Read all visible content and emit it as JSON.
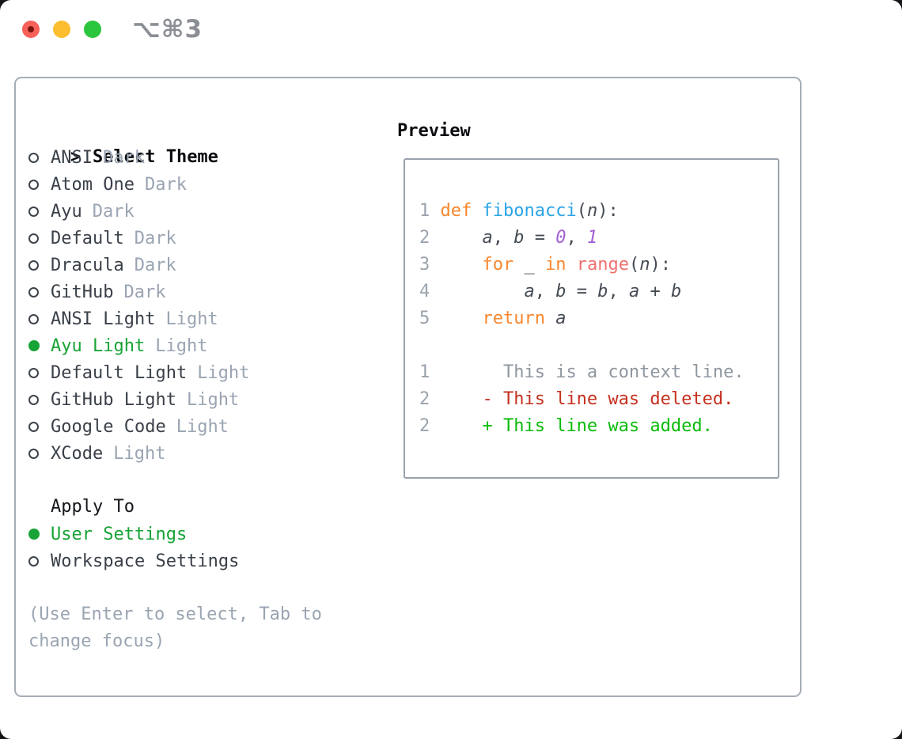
{
  "chrome": {
    "shortcut": "⌥⌘3",
    "traffic_lights": [
      "close",
      "minimize",
      "zoom"
    ]
  },
  "theme_picker": {
    "cursor": ">",
    "title": "Select Theme",
    "themes": [
      {
        "name": "ANSI",
        "variant": "Dark",
        "selected": false
      },
      {
        "name": "Atom One",
        "variant": "Dark",
        "selected": false
      },
      {
        "name": "Ayu",
        "variant": "Dark",
        "selected": false
      },
      {
        "name": "Default",
        "variant": "Dark",
        "selected": false
      },
      {
        "name": "Dracula",
        "variant": "Dark",
        "selected": false
      },
      {
        "name": "GitHub",
        "variant": "Dark",
        "selected": false
      },
      {
        "name": "ANSI Light",
        "variant": "Light",
        "selected": false
      },
      {
        "name": "Ayu Light",
        "variant": "Light",
        "selected": true
      },
      {
        "name": "Default Light",
        "variant": "Light",
        "selected": false
      },
      {
        "name": "GitHub Light",
        "variant": "Light",
        "selected": false
      },
      {
        "name": "Google Code",
        "variant": "Light",
        "selected": false
      },
      {
        "name": "XCode",
        "variant": "Light",
        "selected": false
      }
    ],
    "apply_title": "Apply To",
    "apply_options": [
      {
        "name": "User Settings",
        "selected": true
      },
      {
        "name": "Workspace Settings",
        "selected": false
      }
    ],
    "help": "(Use Enter to select, Tab to change focus)"
  },
  "preview": {
    "title": "Preview",
    "lines": [
      [
        [
          "ln",
          "1 "
        ],
        [
          "kw",
          "def"
        ],
        [
          "pl",
          " "
        ],
        [
          "fn",
          "fibonacci"
        ],
        [
          "pl",
          "("
        ],
        [
          "v",
          "n"
        ],
        [
          "pl",
          "):"
        ]
      ],
      [
        [
          "ln",
          "2 "
        ],
        [
          "pl",
          "    "
        ],
        [
          "v",
          "a"
        ],
        [
          "pl",
          ", "
        ],
        [
          "v",
          "b"
        ],
        [
          "pl",
          " = "
        ],
        [
          "num",
          "0"
        ],
        [
          "pl",
          ", "
        ],
        [
          "num",
          "1"
        ]
      ],
      [
        [
          "ln",
          "3 "
        ],
        [
          "pl",
          "    "
        ],
        [
          "kw",
          "for"
        ],
        [
          "pl",
          " _ "
        ],
        [
          "kw",
          "in"
        ],
        [
          "pl",
          " "
        ],
        [
          "bi",
          "range"
        ],
        [
          "pl",
          "("
        ],
        [
          "v",
          "n"
        ],
        [
          "pl",
          "):"
        ]
      ],
      [
        [
          "ln",
          "4 "
        ],
        [
          "pl",
          "        "
        ],
        [
          "v",
          "a"
        ],
        [
          "pl",
          ", "
        ],
        [
          "v",
          "b"
        ],
        [
          "pl",
          " = "
        ],
        [
          "v",
          "b"
        ],
        [
          "pl",
          ", "
        ],
        [
          "v",
          "a"
        ],
        [
          "pl",
          " + "
        ],
        [
          "v",
          "b"
        ]
      ],
      [
        [
          "ln",
          "5 "
        ],
        [
          "pl",
          "    "
        ],
        [
          "kw",
          "return"
        ],
        [
          "pl",
          " "
        ],
        [
          "v",
          "a"
        ]
      ],
      [],
      [
        [
          "ln",
          "1 "
        ],
        [
          "ctx",
          "      This is a context line."
        ]
      ],
      [
        [
          "ln",
          "2 "
        ],
        [
          "del",
          "    - This line was deleted."
        ]
      ],
      [
        [
          "ln",
          "2 "
        ],
        [
          "add",
          "    + This line was added."
        ]
      ]
    ]
  },
  "colors": {
    "traffic_close": "#f8605a",
    "traffic_close_dot": "#7c150d",
    "traffic_minimize": "#fcbd2f",
    "traffic_zoom": "#2cc53e",
    "titlebar_text": "#8b8f95",
    "panel_border": "#a6adb5",
    "preview_border": "#98a1ab",
    "title_text": "#0b0d10",
    "item_text": "#3a4049",
    "variant_text": "#9aa4b2",
    "muted_text": "#9aa4b2",
    "selection_green": "#17a336",
    "line_number": "#9ba3ad",
    "context_text": "#8f97a0",
    "diff_deleted": "#c5301f",
    "diff_added": "#0abb0a",
    "code_plain": "#454b54",
    "code_keyword": "#f8872e",
    "code_function": "#2ba4e6",
    "code_number": "#a361d3",
    "code_builtin": "#f0716f"
  }
}
